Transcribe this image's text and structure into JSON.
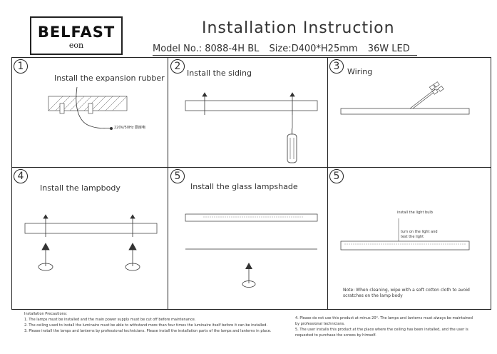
{
  "logo": {
    "brand": "BELFAST",
    "sub": "eon"
  },
  "header": {
    "title": "Installation Instruction",
    "model": "Model No.:  8088-4H BL",
    "size": "Size:D400*H25mm",
    "power": "36W LED"
  },
  "steps": [
    {
      "number": "1",
      "label": "Install the expansion rubber",
      "annotation": "220V/50Hz 厨房电"
    },
    {
      "number": "2",
      "label": "Install the siding"
    },
    {
      "number": "3",
      "label": "Wiring"
    },
    {
      "number": "4",
      "label": "Install the lampbody"
    },
    {
      "number": "5",
      "label": "Install the glass lampshade"
    },
    {
      "number": "5",
      "label": "",
      "annotation1": "install the light bulb",
      "annotation2": "turn on the light and",
      "annotation3": "test the light"
    }
  ],
  "note": "Note: When cleaning, wipe with a soft cotton cloth to avoid scratches on the lamp body",
  "precautions": {
    "title": "Installation Precautions:",
    "items_left": [
      "1. The lamps must be installed and the main power supply must be cut off before maintenance.",
      "2. The ceiling used to install the luminaire must be able to withstand more than four times the luminaire itself before it can be installed.",
      "3. Please install the lamps and lanterns by professional technicians. Please install the installation parts of the lamps and lanterns in place."
    ],
    "items_right": [
      "4. Please do not use this product at minus 20°. The lamps and lanterns must always be maintained",
      "by professional technicians.",
      "5. The user installs this product at the place where the ceiling has been installed, and the user is",
      "requested to purchase the screws by himself."
    ]
  }
}
